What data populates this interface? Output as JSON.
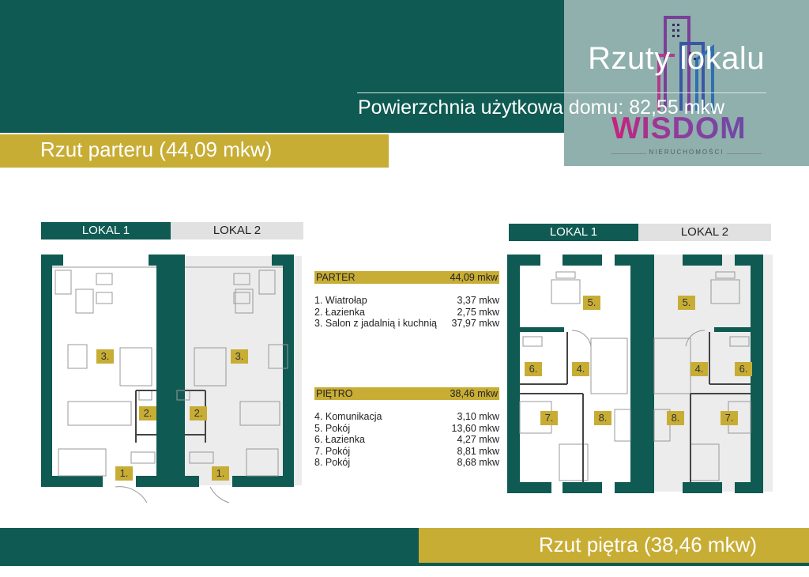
{
  "header": {
    "title": "Rzuty lokalu",
    "subtitle": "Powierzchnia użytkowa domu: 82,55 mkw"
  },
  "logo": {
    "name": "WISDOM",
    "tagline": "NIERUCHOMOŚCI",
    "colors": {
      "primary": "#c7227e",
      "secondary": "#6d4aa5"
    }
  },
  "banners": {
    "ground": "Rzut parteru (44,09 mkw)",
    "upper": "Rzut piętra (38,46 mkw)"
  },
  "tabs": {
    "left": {
      "lokal1": "LOKAL 1",
      "lokal2": "LOKAL 2"
    },
    "right": {
      "lokal1": "LOKAL 1",
      "lokal2": "LOKAL 2"
    }
  },
  "parter": {
    "title": "PARTER",
    "total": "44,09 mkw",
    "rooms": [
      {
        "name": "1. Wiatrołap",
        "area": "3,37 mkw"
      },
      {
        "name": "2. Łazienka",
        "area": "2,75 mkw"
      },
      {
        "name": "3. Salon z jadalnią i kuchnią",
        "area": "37,97 mkw"
      }
    ]
  },
  "pietro": {
    "title": "PIĘTRO",
    "total": "38,46 mkw",
    "rooms": [
      {
        "name": "4. Komunikacja",
        "area": "3,10 mkw"
      },
      {
        "name": "5. Pokój",
        "area": "13,60 mkw"
      },
      {
        "name": "6. Łazienka",
        "area": "4,27 mkw"
      },
      {
        "name": "7. Pokój",
        "area": "8,81 mkw"
      },
      {
        "name": "8. Pokój",
        "area": "8,68 mkw"
      }
    ]
  },
  "plan_labels": {
    "ground_l1": [
      "3.",
      "2.",
      "1."
    ],
    "ground_l2": [
      "3.",
      "2.",
      "1."
    ],
    "upper_l1": [
      "5.",
      "6.",
      "4.",
      "7.",
      "8."
    ],
    "upper_l2": [
      "5.",
      "4.",
      "6.",
      "8.",
      "7."
    ]
  },
  "colors": {
    "teal": "#0f5a52",
    "gold": "#c8ad35",
    "sage": "#8fb0ad"
  }
}
